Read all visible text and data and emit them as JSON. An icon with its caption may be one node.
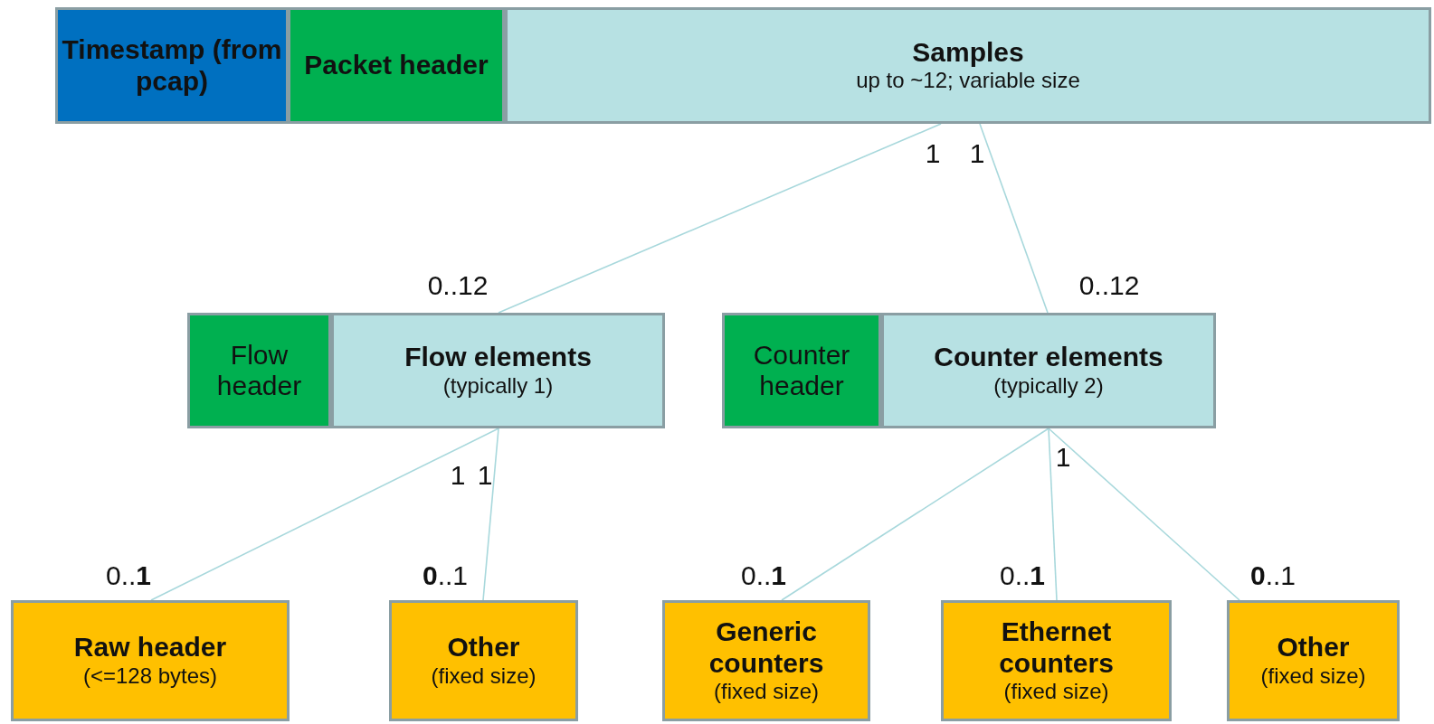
{
  "diagram": {
    "nodes": [
      {
        "text": [
          "Timestamp (from pcap)"
        ]
      },
      {
        "text": [
          "Packet header"
        ]
      },
      {
        "text": [
          "Samples",
          "up to ~12; variable size"
        ]
      },
      {
        "text": [
          "Flow header"
        ]
      },
      {
        "text": [
          "Flow elements",
          "(typically 1)"
        ]
      },
      {
        "text": [
          "Counter header"
        ]
      },
      {
        "text": [
          "Counter elements",
          "(typically 2)"
        ]
      },
      {
        "text": [
          "Raw header",
          "(<=128 bytes)"
        ]
      },
      {
        "text": [
          "Other",
          "(fixed size)"
        ]
      },
      {
        "text": [
          "Generic counters",
          "(fixed size)"
        ]
      },
      {
        "text": [
          "Ethernet counters",
          "(fixed size)"
        ]
      },
      {
        "text": [
          "Other",
          "(fixed size)"
        ]
      }
    ],
    "edges": [
      {
        "from": 2,
        "to": 4,
        "arrow": "none"
      },
      {
        "from": 2,
        "to": 6,
        "arrow": "none"
      },
      {
        "from": 4,
        "to": 7,
        "arrow": "none"
      },
      {
        "from": 4,
        "to": 8,
        "arrow": "none"
      },
      {
        "from": 6,
        "to": 9,
        "arrow": "none"
      },
      {
        "from": 6,
        "to": 10,
        "arrow": "none"
      },
      {
        "from": 6,
        "to": 11,
        "arrow": "none"
      }
    ],
    "labels": [
      "1",
      "1",
      "0..12",
      "0..12",
      "1",
      "1",
      "1",
      "0..**1**",
      "**0**..1",
      "0..**1**",
      "0..**1**",
      "**0**..1"
    ]
  }
}
